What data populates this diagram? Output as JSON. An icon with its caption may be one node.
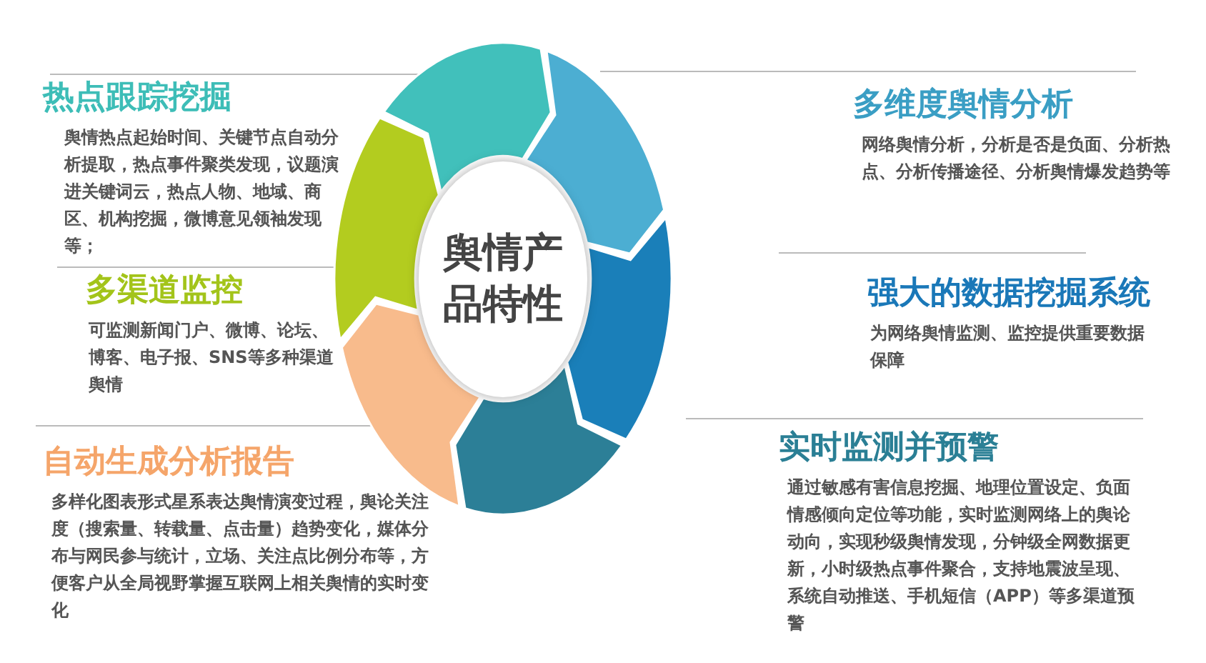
{
  "diagram": {
    "nodes": [
      {
        "text": [
          "热点跟踪挖掘",
          "舆情热点起始时间、关键节点自动分析提取，热点事件聚类发现，议题演进关键词云，热点人物、地域、商区、机构挖掘，微博意见领袖发现等；"
        ]
      },
      {
        "text": [
          "多维度舆情分析",
          "网络舆情分析，分析是否是负面、分析热点、分析传播途径、分析舆情爆发趋势等"
        ]
      },
      {
        "text": [
          "舆情产品特性"
        ]
      },
      {
        "text": [
          "多渠道监控",
          "可监测新闻门户、微博、论坛、博客、电子报、SNS等多种渠道舆情"
        ]
      },
      {
        "text": [
          "强大的数据挖掘系统",
          "为网络舆情监测、监控提供重要数据保障"
        ]
      },
      {
        "text": [
          "实时监测并预警",
          "通过敏感有害信息挖掘、地理位置设定、负面情感倾向定位等功能，实时监测网络上的舆论动向，实现秒级舆情发现，分钟级全网数据更新，小时级热点事件聚合，支持地震波呈现、系统自动推送、手机短信（APP）等多渠道预警"
        ]
      },
      {
        "text": [
          "自动生成分析报告",
          "多样化图表形式星系表达舆情演变过程，舆论关注度（搜索量、转载量、点击量）趋势变化，媒体分布与网民参与统计，立场、关注点比例分布等，方便客户从全局视野掌握互联网上相关舆情的实时变化"
        ]
      }
    ]
  }
}
